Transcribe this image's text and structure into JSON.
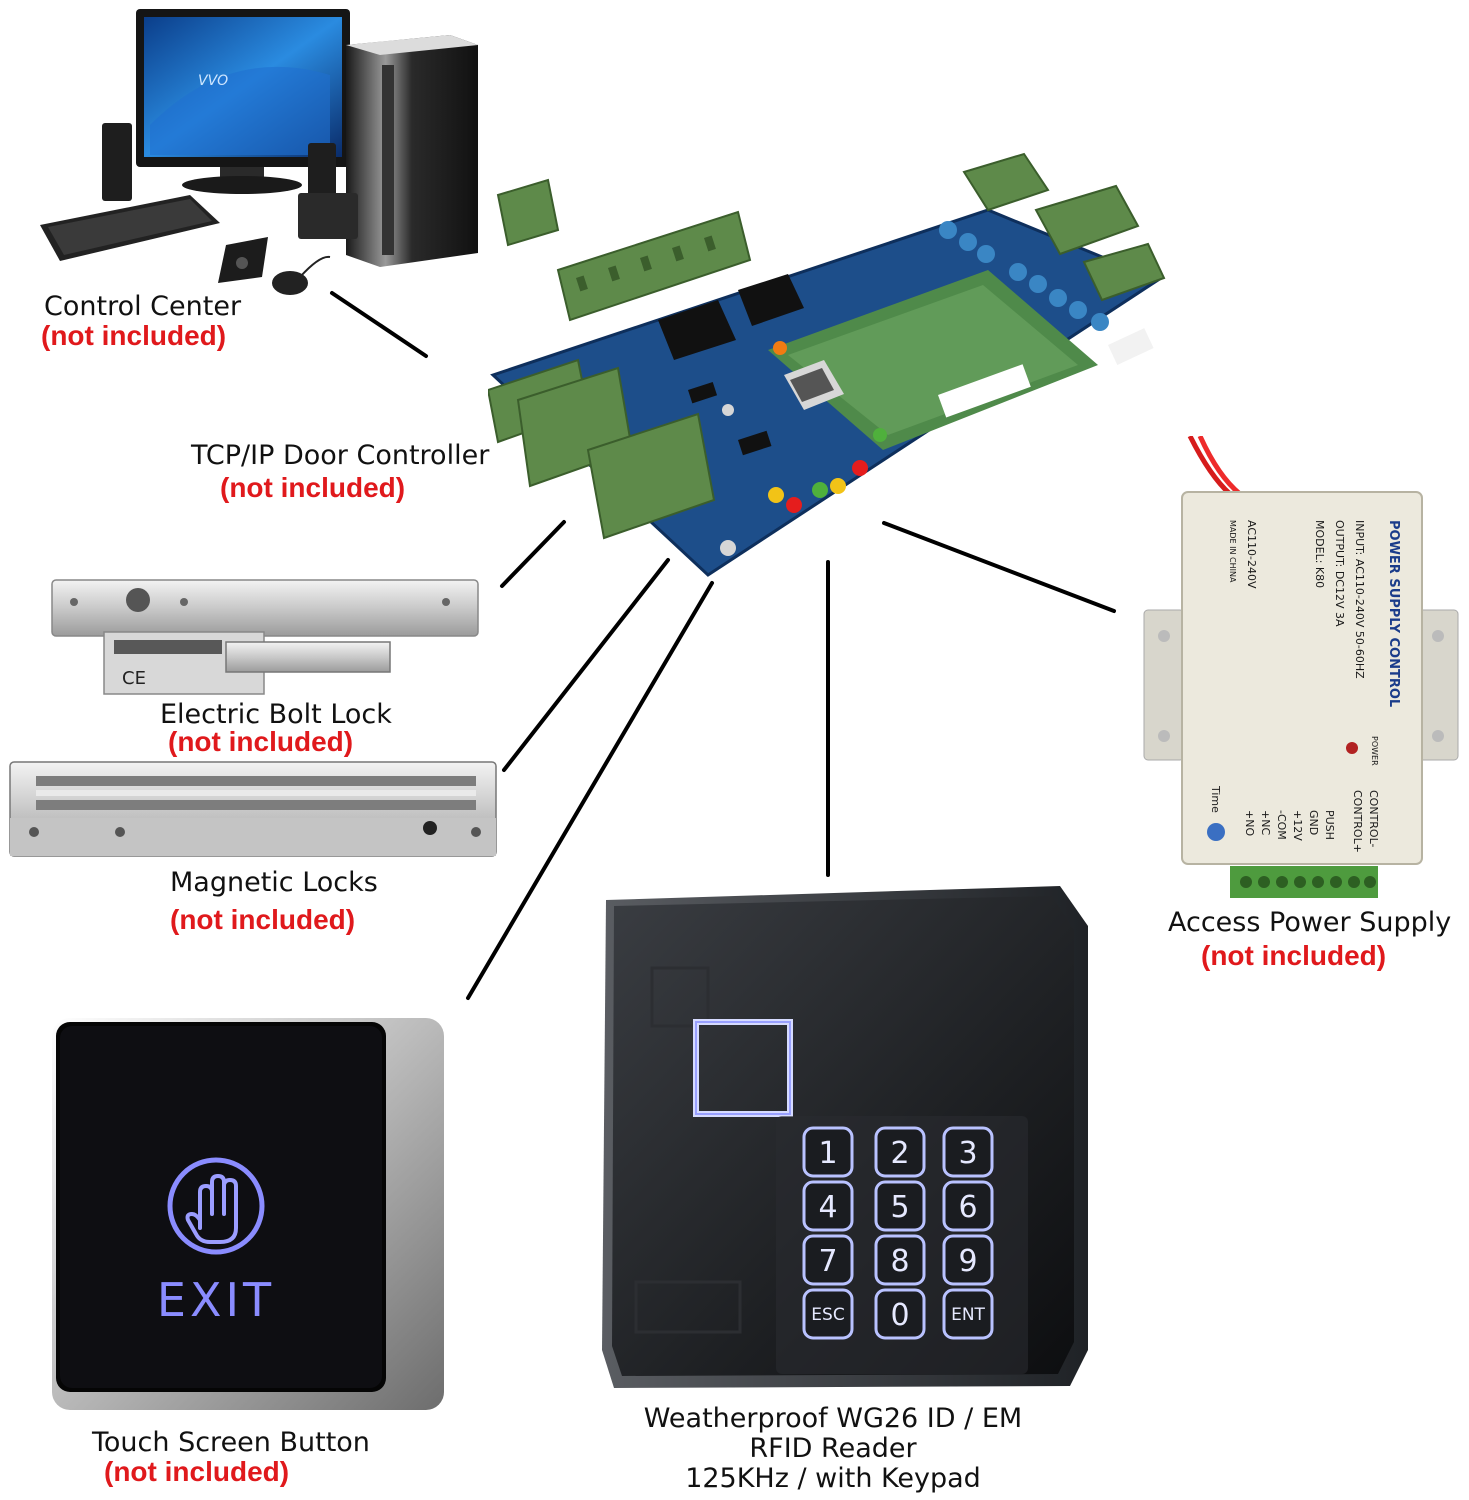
{
  "components": {
    "control_center": {
      "title": "Control Center",
      "note": "(not included)"
    },
    "door_controller": {
      "title": "TCP/IP Door Controller",
      "note": "(not included)"
    },
    "bolt_lock": {
      "title": "Electric Bolt Lock",
      "note": "(not included)"
    },
    "magnetic_locks": {
      "title": "Magnetic Locks",
      "note": "(not included)"
    },
    "power_supply": {
      "title": "Access Power Supply",
      "note": "(not included)",
      "panel_heading": "POWER SUPPLY CONTROL",
      "spec_input": "INPUT: AC110-240V 50-60HZ",
      "spec_output": "OUTPUT: DC12V  3A",
      "spec_model": "MODEL: K80",
      "spec_ac": "AC110-240V",
      "spec_made": "MADE IN CHINA",
      "power_led": "POWER",
      "terminals": [
        "CONTROL-",
        "CONTROL+",
        "PUSH",
        "GND",
        "+12V",
        "-COM",
        "+NC",
        "+NO"
      ],
      "time_label": "Time"
    },
    "touch_button": {
      "title": "Touch Screen Button",
      "note": "(not included)",
      "exit_text": "EXIT"
    },
    "rfid_reader": {
      "title_line1": "Weatherproof  WG26 ID / EM",
      "title_line2": "RFID Reader",
      "title_line3": "125KHz / with Keypad",
      "keys": [
        "1",
        "2",
        "3",
        "4",
        "5",
        "6",
        "7",
        "8",
        "9",
        "ESC",
        "0",
        "ENT"
      ]
    }
  },
  "colors": {
    "note_red": "#e0191c",
    "pcb_blue": "#1d4e8a",
    "terminal_green": "#5e8a4a",
    "led_blue": "#8aa8ff"
  },
  "icons": {
    "touch_button": "hand-icon"
  }
}
